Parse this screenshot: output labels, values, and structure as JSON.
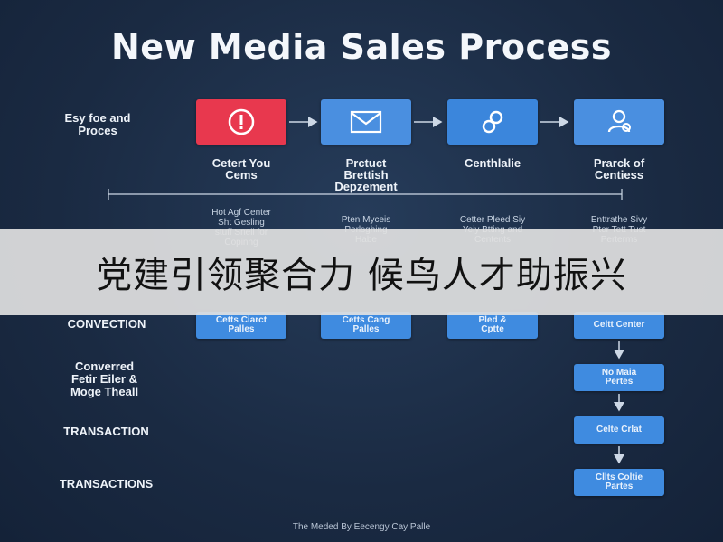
{
  "title": "New Media Sales Process",
  "left_labels": {
    "top": "Esy foe and\nProces",
    "connection": "CONVECTION",
    "converted": "Converred\nFetir Eiler &\nMoge Theall",
    "transaction": "TRANSACTION",
    "transactions": "TRANSACTIONS"
  },
  "steps": [
    {
      "icon": "alert-icon",
      "caption": "Cetert You\nCems",
      "note": "Hot Agf Center\nSht Gesling\nstuff Snell for\nCopinng",
      "sub": "Cetts Ciarct\nPalles",
      "color": "#e8384e"
    },
    {
      "icon": "mail-icon",
      "caption": "Prctuct\nBrettish\nDepzement",
      "note": "Pten Myceis\nPerlsghing\nHabe",
      "sub": "Cetts Cang\nPalles",
      "color": "#4a8fe0"
    },
    {
      "icon": "link-icon",
      "caption": "Centhlalie",
      "note": "Cetter Pleed Siy\nYeiy Btting and\nCentents",
      "sub": "Pled &\nCptte",
      "color": "#3b86dc"
    },
    {
      "icon": "users-icon",
      "caption": "Prarck of\nCentiess",
      "note": "Enttrathe Sivy\nPter Tett Tust\nPerterms",
      "sub": "Celtt Center",
      "color": "#4a8fe0"
    }
  ],
  "right_column": [
    "No Maia\nPertes",
    "Celte Crlat",
    "Cllts Coltie\nPartes"
  ],
  "banner": "党建引领聚合力 候鸟人才助振兴",
  "footer": "The Meded By Eecengy Cay Palle"
}
